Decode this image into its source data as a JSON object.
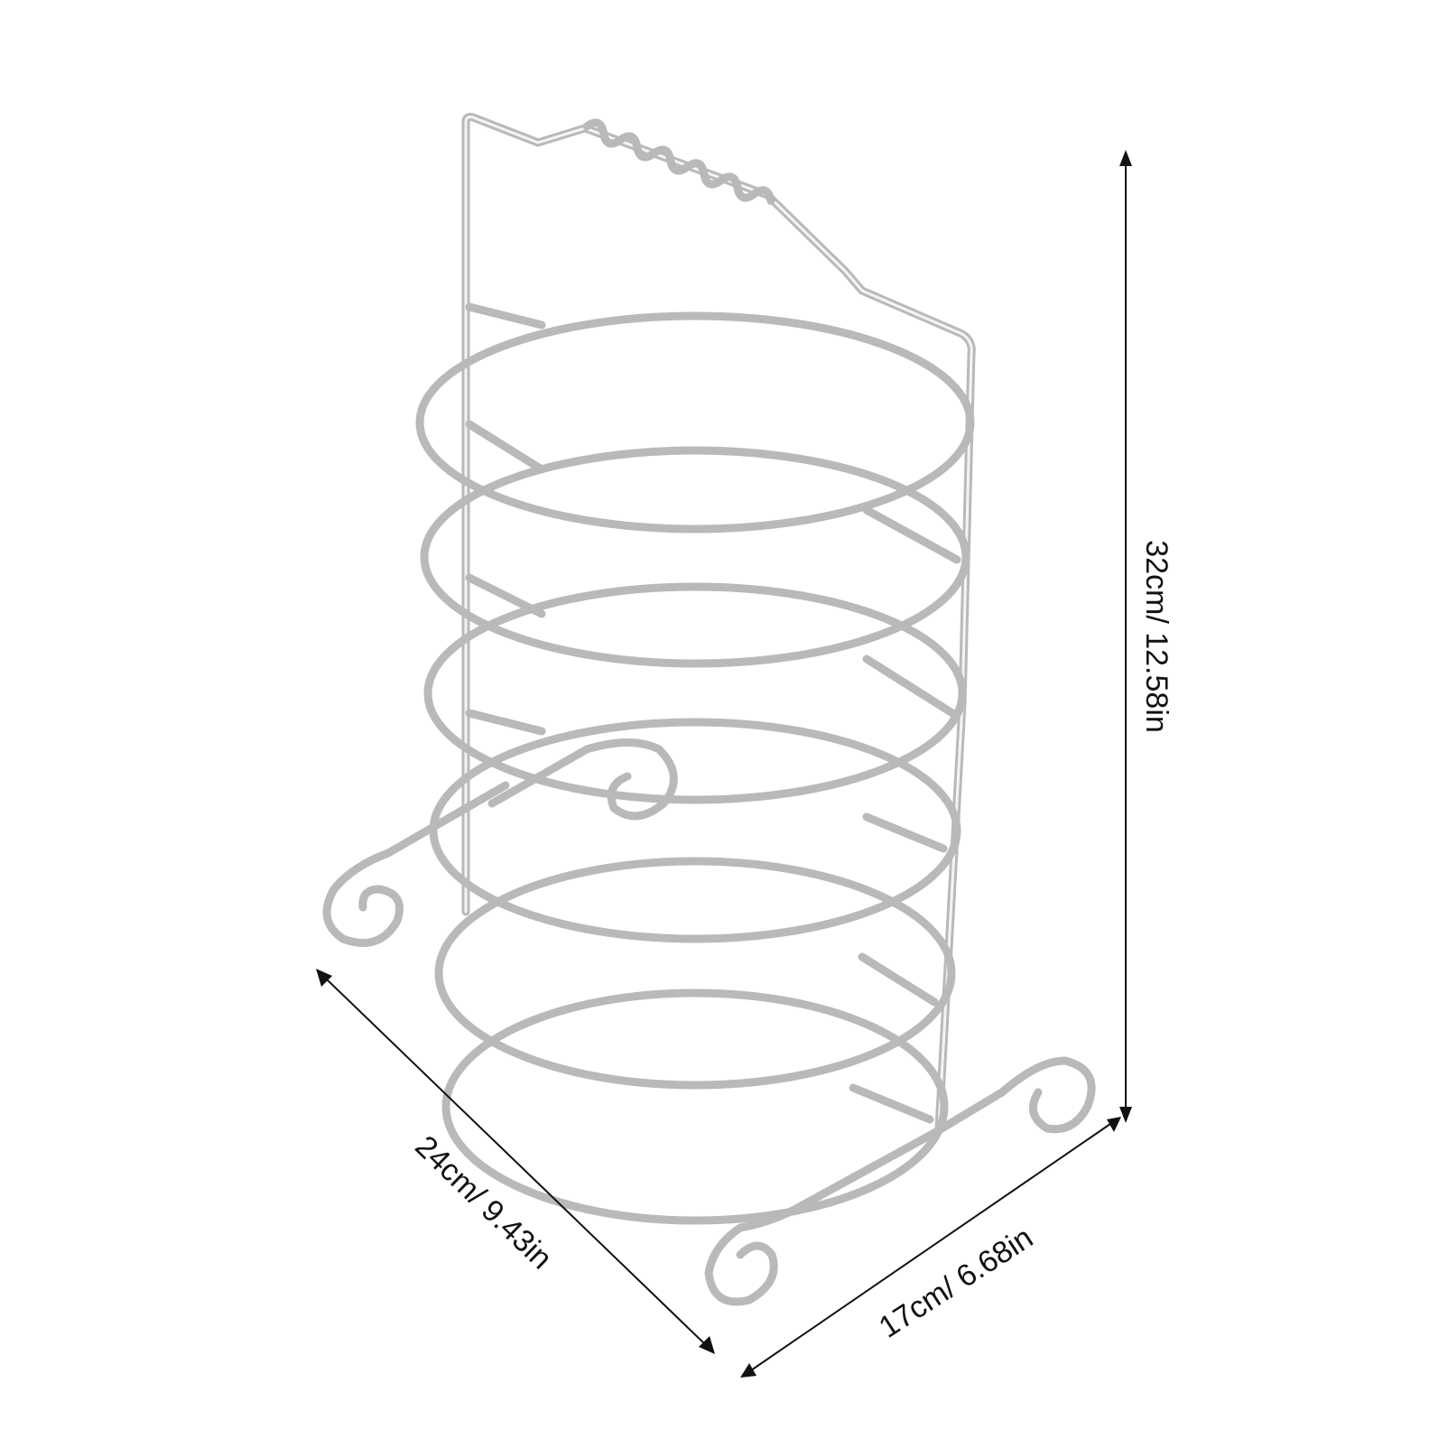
{
  "product": {
    "subject": "plate rack",
    "material_color": "#c0c0c0",
    "background_color": "#ffffff"
  },
  "dimensions": {
    "height_label": "32cm/ 12.58in",
    "length_label": "24cm/ 9.43in",
    "width_label": "17cm/ 6.68in"
  },
  "icons": {
    "arrow_style": "double-headed-arrow-icon"
  }
}
